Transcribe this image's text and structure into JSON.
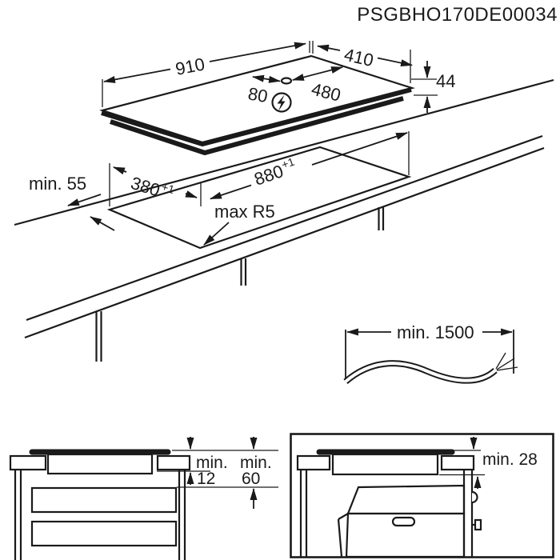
{
  "title": "PSGBHO170DE00034",
  "colors": {
    "ink": "#1a1a1a",
    "background": "#ffffff"
  },
  "hob_view": {
    "width": "910",
    "depth": "410",
    "mains_cable_from_right_edge": "480",
    "mains_cable_offset": "80",
    "height": "44",
    "power_icon": "lightning-icon"
  },
  "cutout_view": {
    "distance_to_edge": "min. 55",
    "cutout_depth": "380",
    "cutout_depth_tolerance": "+1",
    "cutout_width": "880",
    "cutout_width_tolerance": "+1",
    "corner_radius": "max R5"
  },
  "cable_view": {
    "cable_length": "min. 1500"
  },
  "drawer_clearance_view": {
    "worktop_thickness_prefix": "min.",
    "worktop_thickness": "12",
    "drawer_clearance_prefix": "min.",
    "drawer_clearance": "60"
  },
  "oven_clearance_view": {
    "oven_clearance": "min. 28"
  }
}
